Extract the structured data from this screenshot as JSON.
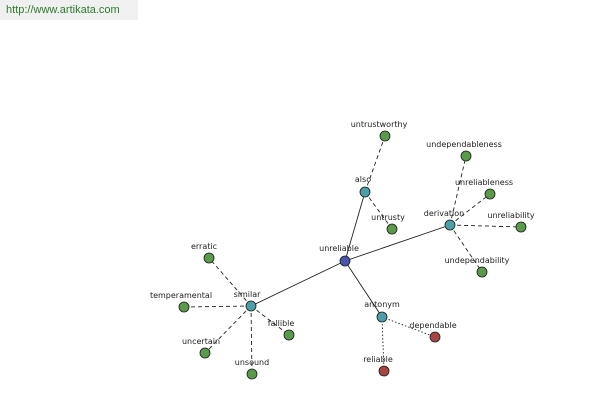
{
  "header": {
    "url": "http://www.artikata.com"
  },
  "colors": {
    "center": "#4a56a8",
    "relation": "#4c9fa6",
    "word": "#5a9a4a",
    "antonym_word": "#a84444",
    "edge": "#222222",
    "node_stroke": "#1a1a1a"
  },
  "graph": {
    "center": {
      "id": "unreliable",
      "label": "unreliable"
    },
    "relations": [
      {
        "id": "also",
        "label": "also"
      },
      {
        "id": "derivation",
        "label": "derivation"
      },
      {
        "id": "similar",
        "label": "similar"
      },
      {
        "id": "antonym",
        "label": "antonym"
      }
    ],
    "words": [
      {
        "id": "untrustworthy",
        "label": "untrustworthy",
        "relation": "also"
      },
      {
        "id": "untrusty",
        "label": "untrusty",
        "relation": "also"
      },
      {
        "id": "undependableness",
        "label": "undependableness",
        "relation": "derivation"
      },
      {
        "id": "unreliableness",
        "label": "unreliableness",
        "relation": "derivation"
      },
      {
        "id": "unreliability",
        "label": "unreliability",
        "relation": "derivation"
      },
      {
        "id": "undependability",
        "label": "undependability",
        "relation": "derivation"
      },
      {
        "id": "erratic",
        "label": "erratic",
        "relation": "similar"
      },
      {
        "id": "temperamental",
        "label": "temperamental",
        "relation": "similar"
      },
      {
        "id": "fallible",
        "label": "fallible",
        "relation": "similar"
      },
      {
        "id": "uncertain",
        "label": "uncertain",
        "relation": "similar"
      },
      {
        "id": "unsound",
        "label": "unsound",
        "relation": "similar"
      },
      {
        "id": "dependable",
        "label": "dependable",
        "relation": "antonym"
      },
      {
        "id": "reliable",
        "label": "reliable",
        "relation": "antonym"
      }
    ]
  }
}
